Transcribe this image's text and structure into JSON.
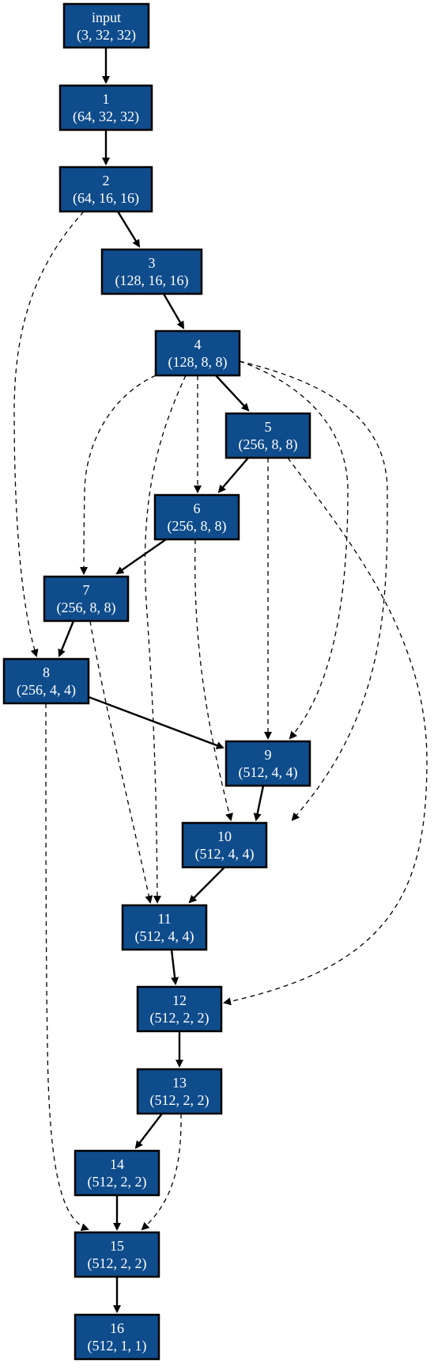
{
  "nodes": [
    {
      "id": "input",
      "label": "input",
      "shape": "(3, 32, 32)"
    },
    {
      "id": "1",
      "label": "1",
      "shape": "(64, 32, 32)"
    },
    {
      "id": "2",
      "label": "2",
      "shape": "(64, 16, 16)"
    },
    {
      "id": "3",
      "label": "3",
      "shape": "(128, 16, 16)"
    },
    {
      "id": "4",
      "label": "4",
      "shape": "(128, 8, 8)"
    },
    {
      "id": "5",
      "label": "5",
      "shape": "(256, 8, 8)"
    },
    {
      "id": "6",
      "label": "6",
      "shape": "(256, 8, 8)"
    },
    {
      "id": "7",
      "label": "7",
      "shape": "(256, 8, 8)"
    },
    {
      "id": "8",
      "label": "8",
      "shape": "(256, 4, 4)"
    },
    {
      "id": "9",
      "label": "9",
      "shape": "(512, 4, 4)"
    },
    {
      "id": "10",
      "label": "10",
      "shape": "(512, 4, 4)"
    },
    {
      "id": "11",
      "label": "11",
      "shape": "(512, 4, 4)"
    },
    {
      "id": "12",
      "label": "12",
      "shape": "(512, 2, 2)"
    },
    {
      "id": "13",
      "label": "13",
      "shape": "(512, 2, 2)"
    },
    {
      "id": "14",
      "label": "14",
      "shape": "(512, 2, 2)"
    },
    {
      "id": "15",
      "label": "15",
      "shape": "(512, 2, 2)"
    },
    {
      "id": "16",
      "label": "16",
      "shape": "(512, 1, 1)"
    }
  ],
  "edges": [
    {
      "from": "input",
      "to": "1",
      "style": "solid"
    },
    {
      "from": "1",
      "to": "2",
      "style": "solid"
    },
    {
      "from": "2",
      "to": "3",
      "style": "solid"
    },
    {
      "from": "2",
      "to": "8",
      "style": "dashed"
    },
    {
      "from": "3",
      "to": "4",
      "style": "solid"
    },
    {
      "from": "4",
      "to": "5",
      "style": "solid"
    },
    {
      "from": "4",
      "to": "6",
      "style": "dashed"
    },
    {
      "from": "4",
      "to": "7",
      "style": "dashed"
    },
    {
      "from": "4",
      "to": "9",
      "style": "dashed"
    },
    {
      "from": "4",
      "to": "10",
      "style": "dashed"
    },
    {
      "from": "4",
      "to": "11",
      "style": "dashed"
    },
    {
      "from": "5",
      "to": "6",
      "style": "solid"
    },
    {
      "from": "5",
      "to": "9",
      "style": "dashed"
    },
    {
      "from": "5",
      "to": "12",
      "style": "dashed"
    },
    {
      "from": "6",
      "to": "7",
      "style": "solid"
    },
    {
      "from": "6",
      "to": "10",
      "style": "dashed"
    },
    {
      "from": "7",
      "to": "8",
      "style": "solid"
    },
    {
      "from": "7",
      "to": "11",
      "style": "dashed"
    },
    {
      "from": "8",
      "to": "9",
      "style": "solid"
    },
    {
      "from": "8",
      "to": "15",
      "style": "dashed"
    },
    {
      "from": "9",
      "to": "10",
      "style": "solid"
    },
    {
      "from": "10",
      "to": "11",
      "style": "solid"
    },
    {
      "from": "11",
      "to": "12",
      "style": "solid"
    },
    {
      "from": "12",
      "to": "13",
      "style": "solid"
    },
    {
      "from": "13",
      "to": "14",
      "style": "solid"
    },
    {
      "from": "13",
      "to": "15",
      "style": "dashed"
    },
    {
      "from": "14",
      "to": "15",
      "style": "solid"
    },
    {
      "from": "15",
      "to": "16",
      "style": "solid"
    }
  ],
  "colors": {
    "node_fill": "#0f4c8c",
    "node_border": "#000000",
    "node_text": "#ffffff",
    "edge": "#000000",
    "background": "#ffffff"
  }
}
